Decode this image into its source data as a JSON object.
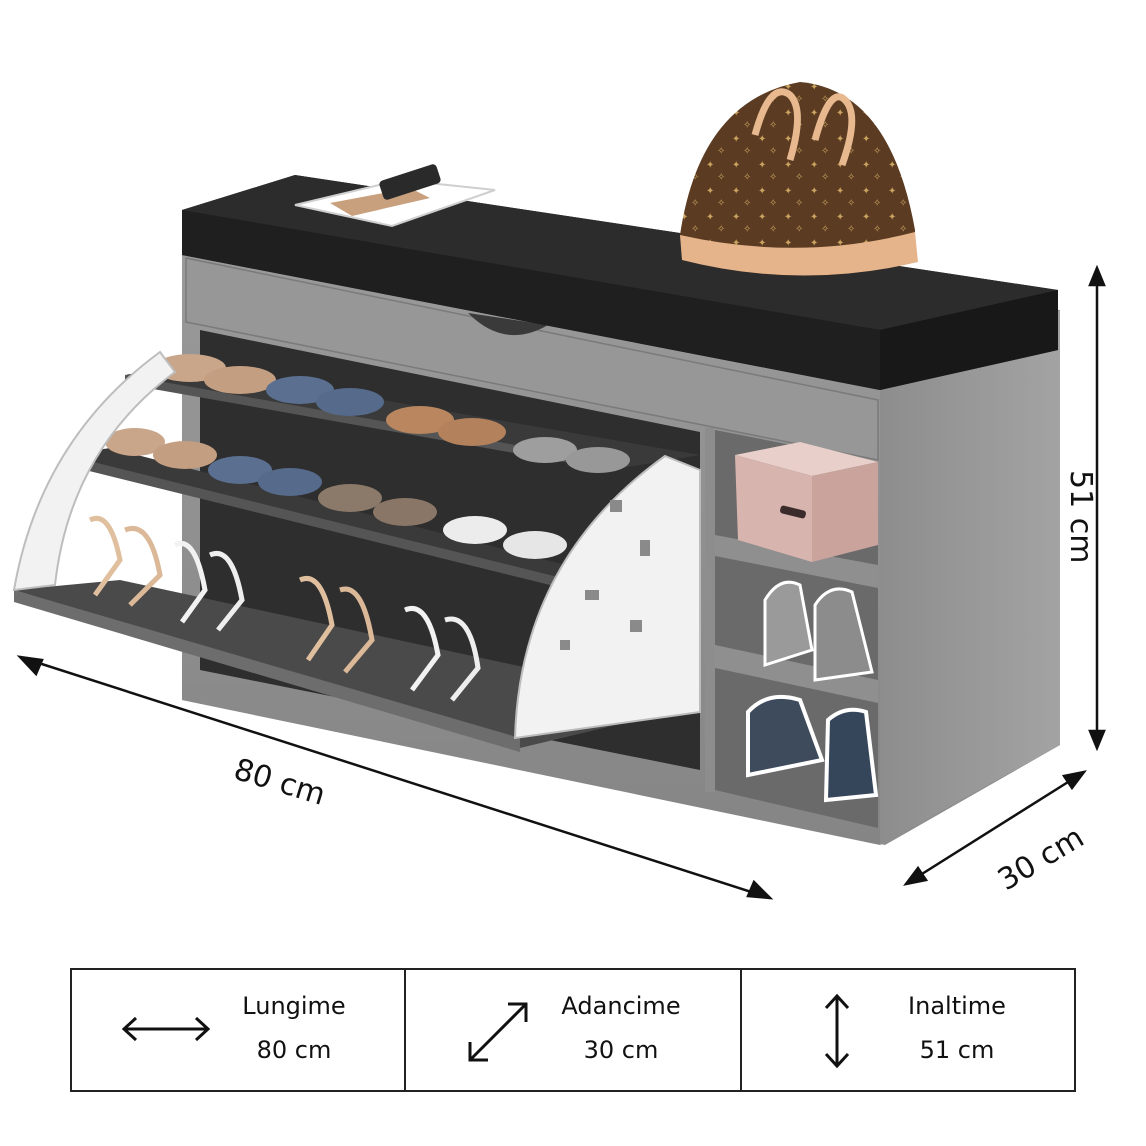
{
  "dimension_labels": {
    "length": "80 cm",
    "height": "51 cm",
    "depth": "30 cm"
  },
  "specs": [
    {
      "icon": "horizontal-double-arrow-icon",
      "name": "Lungime",
      "value": "80 cm"
    },
    {
      "icon": "diagonal-double-arrow-icon",
      "name": "Adancime",
      "value": "30 cm"
    },
    {
      "icon": "vertical-double-arrow-icon",
      "name": "Inaltime",
      "value": "51 cm"
    }
  ],
  "colors": {
    "cabinet": "#8a8a8a",
    "cabinet_dark": "#6f6f6f",
    "cushion": "#1e1e1e",
    "flap_plate": "#f2f2f2",
    "bag_brown": "#5a3a22",
    "box_pink": "#dcbab4"
  }
}
